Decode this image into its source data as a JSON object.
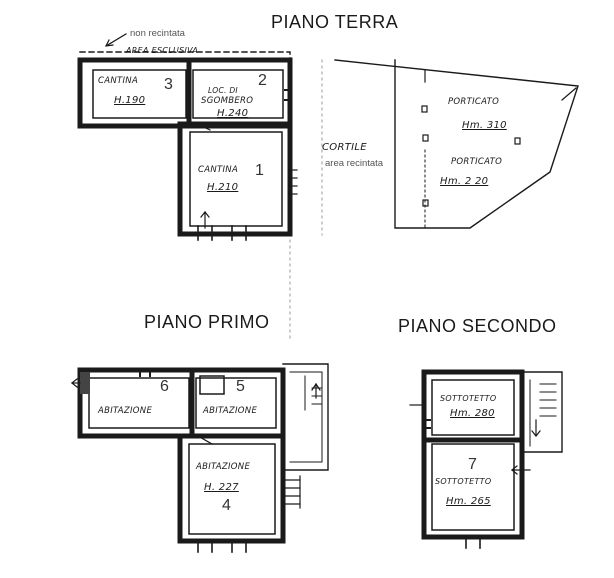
{
  "headings": {
    "piano_terra": "PIANO TERRA",
    "piano_primo": "PIANO PRIMO",
    "piano_secondo": "PIANO SECONDO"
  },
  "ground": {
    "non_recintata": "non recintata",
    "area_esclusiva": "AREA ESCLUSIVA",
    "cantina_3": "CANTINA",
    "cantina_3_h": "H.190",
    "cantina_3_num": "3",
    "loc_line1": "LOC. DI",
    "loc_line2": "SGOMBERO",
    "loc_h": "H.240",
    "loc_num": "2",
    "cantina_1": "CANTINA",
    "cantina_1_h": "H.210",
    "cantina_1_num": "1",
    "cortile": "CORTILE",
    "area_recintata": "area recintata",
    "porticato_1": "PORTICATO",
    "porticato_1_h": "Hm. 310",
    "porticato_2": "PORTICATO",
    "porticato_2_h": "Hm. 2 20"
  },
  "first": {
    "abit_6": "ABITAZIONE",
    "abit_6_num": "6",
    "abit_5": "ABITAZIONE",
    "abit_5_num": "5",
    "abit_4": "ABITAZIONE",
    "abit_4_h": "H. 227",
    "abit_4_num": "4"
  },
  "second": {
    "sotto_1": "SOTTOTETTO",
    "sotto_1_h": "Hm. 280",
    "sotto_2": "SOTTOTETTO",
    "sotto_2_h": "Hm. 265",
    "sotto_2_num": "7"
  }
}
